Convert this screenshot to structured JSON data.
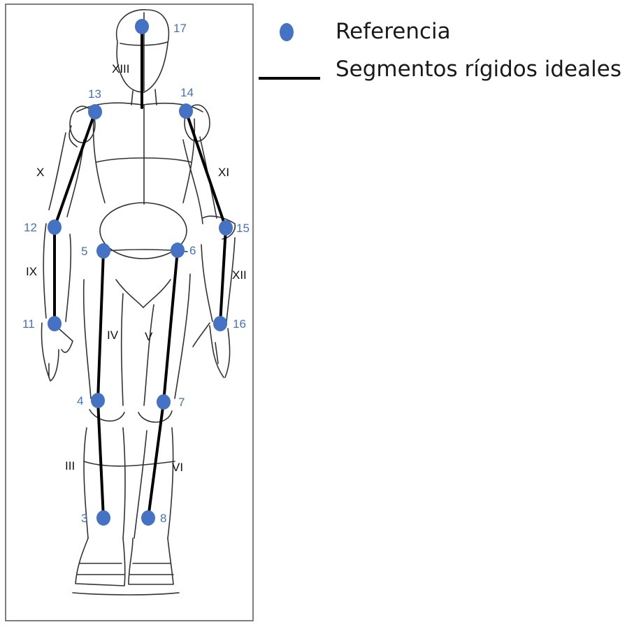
{
  "legend": {
    "reference_label": "Referencia",
    "segment_label": "Segmentos rígidos ideales"
  },
  "colors": {
    "marker": "#4472c4",
    "marker_label": "#4472c4",
    "segment": "#000000",
    "segment_label": "#111111",
    "sketch": "#333333",
    "frame": "#555555"
  },
  "markers": [
    {
      "id": "3",
      "label": "3"
    },
    {
      "id": "4",
      "label": "4"
    },
    {
      "id": "5",
      "label": "5"
    },
    {
      "id": "6",
      "label": "6"
    },
    {
      "id": "7",
      "label": "7"
    },
    {
      "id": "8",
      "label": "8"
    },
    {
      "id": "11",
      "label": "11"
    },
    {
      "id": "12",
      "label": "12"
    },
    {
      "id": "13",
      "label": "13"
    },
    {
      "id": "14",
      "label": "14"
    },
    {
      "id": "15",
      "label": "15"
    },
    {
      "id": "16",
      "label": "16"
    },
    {
      "id": "17",
      "label": "17"
    }
  ],
  "segments": [
    {
      "label": "III",
      "from": "3",
      "to": "4"
    },
    {
      "label": "IV",
      "from": "4",
      "to": "5"
    },
    {
      "label": "V",
      "from": "6",
      "to": "7"
    },
    {
      "label": "VI",
      "from": "7",
      "to": "8"
    },
    {
      "label": "IX",
      "from": "11",
      "to": "12"
    },
    {
      "label": "X",
      "from": "12",
      "to": "13"
    },
    {
      "label": "XI",
      "from": "14",
      "to": "15"
    },
    {
      "label": "XII",
      "from": "15",
      "to": "16"
    },
    {
      "label": "XIII",
      "from": "17",
      "to": "neck"
    }
  ]
}
